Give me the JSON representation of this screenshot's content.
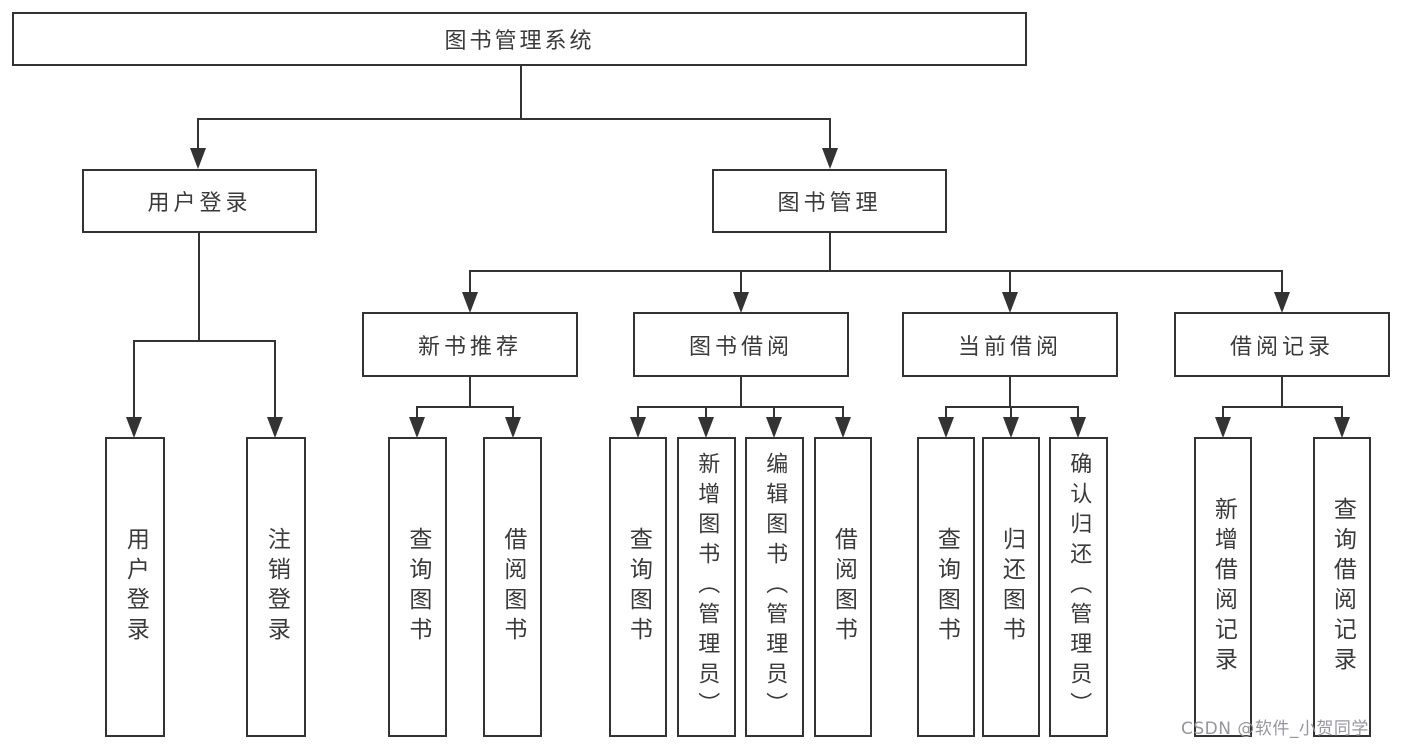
{
  "colors": {
    "line": "#333333",
    "box_border": "#333333",
    "text": "#3a3a3a",
    "watermark": "#96969c",
    "background": "#ffffff"
  },
  "tree": {
    "label": "图书管理系统",
    "children": [
      {
        "label": "用户登录",
        "children": [
          {
            "label": "用户登录"
          },
          {
            "label": "注销登录"
          }
        ]
      },
      {
        "label": "图书管理",
        "children": [
          {
            "label": "新书推荐",
            "children": [
              {
                "label": "查询图书"
              },
              {
                "label": "借阅图书"
              }
            ]
          },
          {
            "label": "图书借阅",
            "children": [
              {
                "label": "查询图书"
              },
              {
                "label": "新增图书（管理员）"
              },
              {
                "label": "编辑图书（管理员）"
              },
              {
                "label": "借阅图书"
              }
            ]
          },
          {
            "label": "当前借阅",
            "children": [
              {
                "label": "查询图书"
              },
              {
                "label": "归还图书"
              },
              {
                "label": "确认归还（管理员）"
              }
            ]
          },
          {
            "label": "借阅记录",
            "children": [
              {
                "label": "新增借阅记录"
              },
              {
                "label": "查询借阅记录"
              }
            ]
          }
        ]
      }
    ]
  },
  "watermark": {
    "text": "CSDN @软件_小贺同学"
  }
}
